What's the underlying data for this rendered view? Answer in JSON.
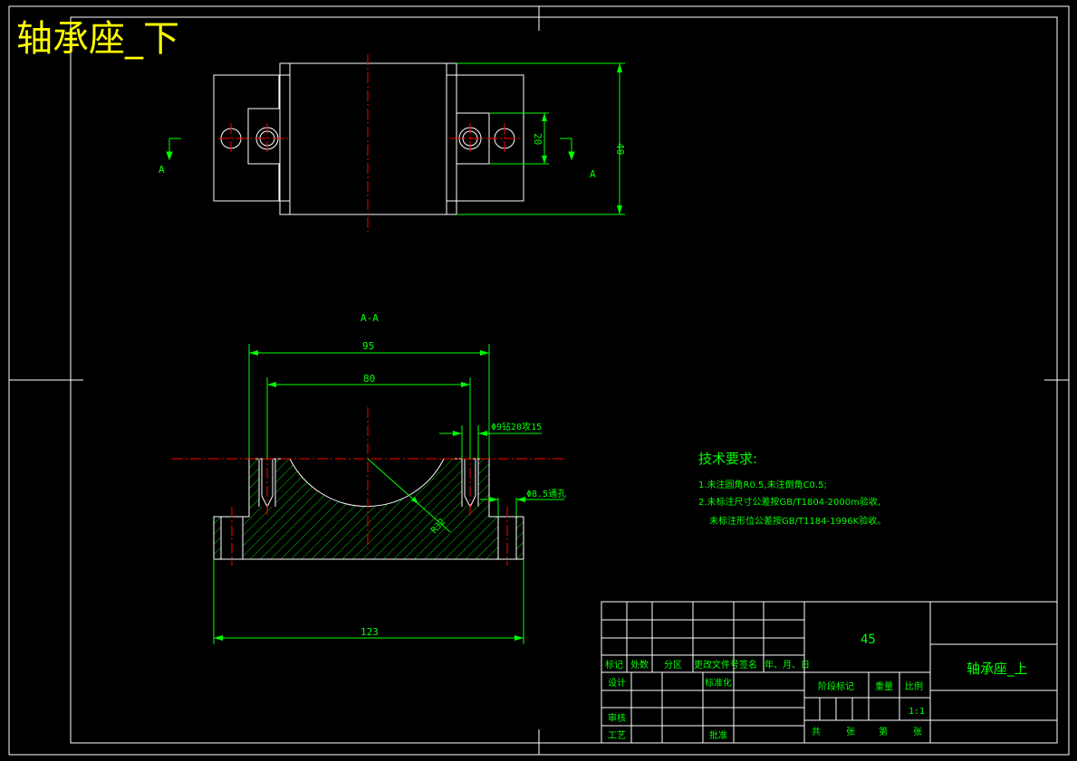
{
  "sheet": {
    "title": "轴承座_下",
    "colors": {
      "background": "#000000",
      "outline": "#ffffff",
      "dimension": "#00ff00",
      "centerline": "#ff0000",
      "title_text": "#ffff00"
    }
  },
  "top_view": {
    "section_mark_left": "A",
    "section_mark_right": "A",
    "dim_height": "40",
    "dim_bolt_spacing": "20"
  },
  "section_view": {
    "label": "A-A",
    "dim_overall_width": "123",
    "dim_outer_width": "95",
    "dim_inner_width": "80",
    "dim_radius": "R32",
    "note_thread": "Φ9钻20攻15",
    "note_through_hole": "Φ8.5通孔"
  },
  "tech_requirements": {
    "heading": "技术要求:",
    "line1": "1.未注圆角R0.5,未注倒角C0.5;",
    "line2": "2.未标注尺寸公差按GB/T1804-2000m验收,",
    "line3": "未标注形位公差按GB/T1184-1996K验收。"
  },
  "title_block": {
    "material": "45",
    "part_name": "轴承座_上",
    "scale": "1:1",
    "headers": {
      "mark": "标记",
      "count": "处数",
      "zone": "分区",
      "change_doc": "更改文件号",
      "signature": "签名",
      "date": "年、月、日"
    },
    "roles": {
      "design": "设计",
      "standardize": "标准化",
      "review": "审核",
      "process": "工艺",
      "approve": "批准"
    },
    "stage_mark": "阶段标记",
    "weight": "重量",
    "ratio": "比例",
    "sheets_total": "共",
    "sheets_unit": "张",
    "sheet_no": "第",
    "sheet_unit2": "张"
  }
}
